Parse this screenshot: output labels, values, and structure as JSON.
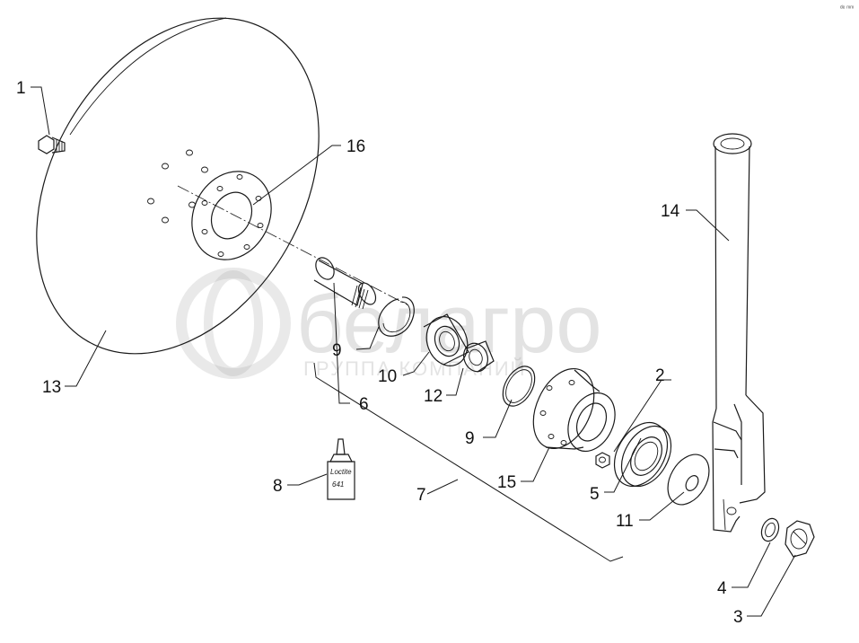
{
  "diagram": {
    "corner_mark": "ᵈᵉ ᵐᵐ",
    "callouts": {
      "c1": "1",
      "c2": "2",
      "c3": "3",
      "c4": "4",
      "c5": "5",
      "c6": "6",
      "c7": "7",
      "c8": "8",
      "c9a": "9",
      "c9b": "9",
      "c10": "10",
      "c11": "11",
      "c12": "12",
      "c13": "13",
      "c14": "14",
      "c15": "15",
      "c16": "16"
    },
    "bottle_label_line1": "Loctite",
    "bottle_label_line2": "641"
  },
  "watermark": {
    "brand": "белагро",
    "tagline": "ГРУППА КОМПАНИЙ"
  }
}
